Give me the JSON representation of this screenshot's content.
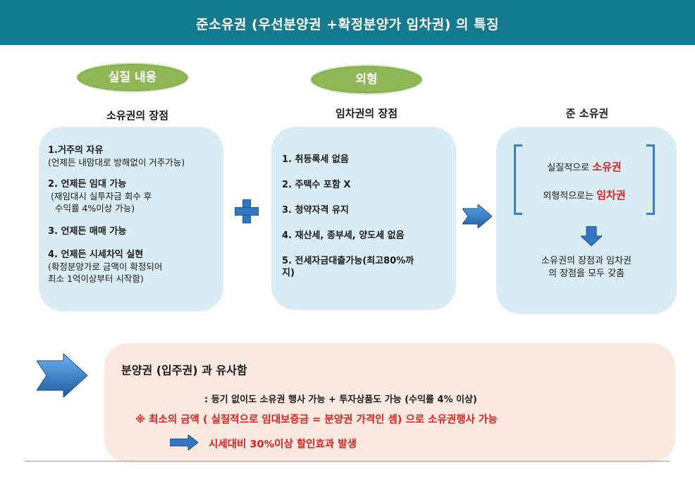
{
  "title": "준소유권 (우선분양권 +확정분양가 임차권) 의 특징",
  "ovals": {
    "left": "실질 내용",
    "mid": "외형"
  },
  "columns": {
    "left_header": "소유권의 장점",
    "mid_header": "임차권의 장점",
    "right_header": "준 소유권"
  },
  "left_panel": {
    "item1_title": "1.거주의  자유",
    "item1_desc": "(언제든 내맘대로 방해없이 거주가능)",
    "item2_title": "2. 언제든 임대 가능",
    "item2_desc1": "(재임대시 실투자금 회수 후",
    "item2_desc2": "수익률  4%이상 가능)",
    "item3_title": "3. 언제든 매매  가능",
    "item4_title": "4. 언제든 시세차익 실현",
    "item4_desc1": "(확정분양가로 금액이 확정되어",
    "item4_desc2": "최소 1억이상부터 시작함)"
  },
  "mid_panel": {
    "item1": "1. 취등록세 없음",
    "item2": "2. 주택수 포함 X",
    "item3": "3. 청약자격 유지",
    "item4": "4. 재산세, 종부세, 양도세 없음",
    "item5_line1": "5. 전세자금대출가능(최고80%까",
    "item5_line2": "지)"
  },
  "right_panel": {
    "line1_prefix": "실질적으로 ",
    "line1_red": "소유권",
    "line2_prefix": "외형적으로는 ",
    "line2_red": "임차권",
    "result1": "소유권의 장점과 임차권",
    "result2": "의 장점을 모두 갖춤"
  },
  "bottom": {
    "heading": "분양권 (입주권) 과 유사함",
    "line1": ":  등기 없이도 소유권 행사 가능 + 투자상품도 가능  (수익률 4% 이상)",
    "line2": "※  최소의 금액 ( 실질적으로  임대보증금 = 분양권 가격인 셈) 으로  소유권행사 가능",
    "line3": "시세대비  30%이상  할인효과 발생"
  },
  "colors": {
    "title_bar": "#137a8f",
    "oval": "#90b755",
    "panel": "#d9ecf4",
    "bottom_box": "#fbe9df",
    "accent_red": "#e02020",
    "arrow_blue": "#2f77c0"
  }
}
